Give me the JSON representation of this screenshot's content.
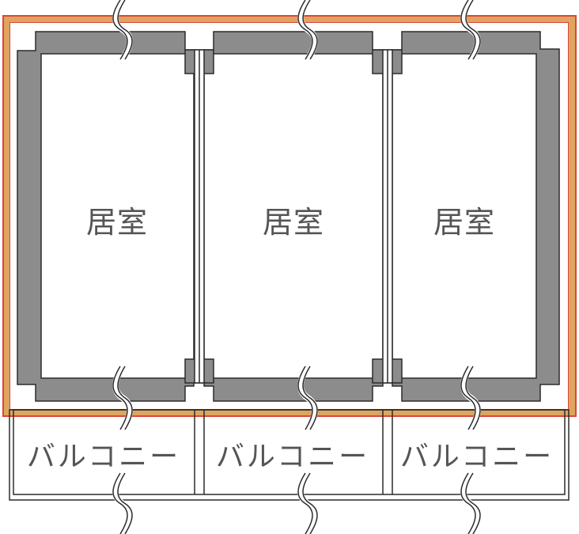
{
  "rooms": [
    {
      "label": "居室"
    },
    {
      "label": "居室"
    },
    {
      "label": "居室"
    }
  ],
  "balconies": [
    {
      "label": "バルコニー"
    },
    {
      "label": "バルコニー"
    },
    {
      "label": "バルコニー"
    }
  ],
  "colors": {
    "outline_red": "#d9463a",
    "band_orange": "#e0a45e",
    "wall_gray": "#8c8c8c",
    "line_dark": "#2b2b2b",
    "text_gray": "#555555"
  }
}
